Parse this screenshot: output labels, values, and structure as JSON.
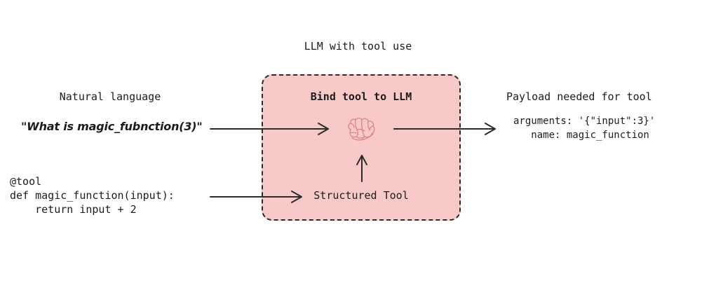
{
  "diagram": {
    "title": "LLM with tool use",
    "left_column": {
      "heading": "Natural language",
      "utterance": "\"What is magic_fubnction(3)\""
    },
    "code_block": {
      "text": "@tool\ndef magic_function(input):\n    return input + 2"
    },
    "center_box": {
      "heading": "Bind tool to LLM",
      "icon_name": "brain-icon",
      "structured_tool_label": "Structured Tool",
      "fill_color": "#F7C9C9",
      "border_color": "#2b2b2b",
      "border_style": "dashed"
    },
    "right_column": {
      "heading": "Payload needed for tool",
      "payload": "arguments: '{\"input\":3}'\n   name: magic_function"
    },
    "arrows": [
      {
        "name": "utterance-to-llm",
        "direction": "right"
      },
      {
        "name": "tool-to-structured-tool",
        "direction": "right"
      },
      {
        "name": "structured-tool-to-brain",
        "direction": "up"
      },
      {
        "name": "llm-to-payload",
        "direction": "right"
      }
    ]
  }
}
